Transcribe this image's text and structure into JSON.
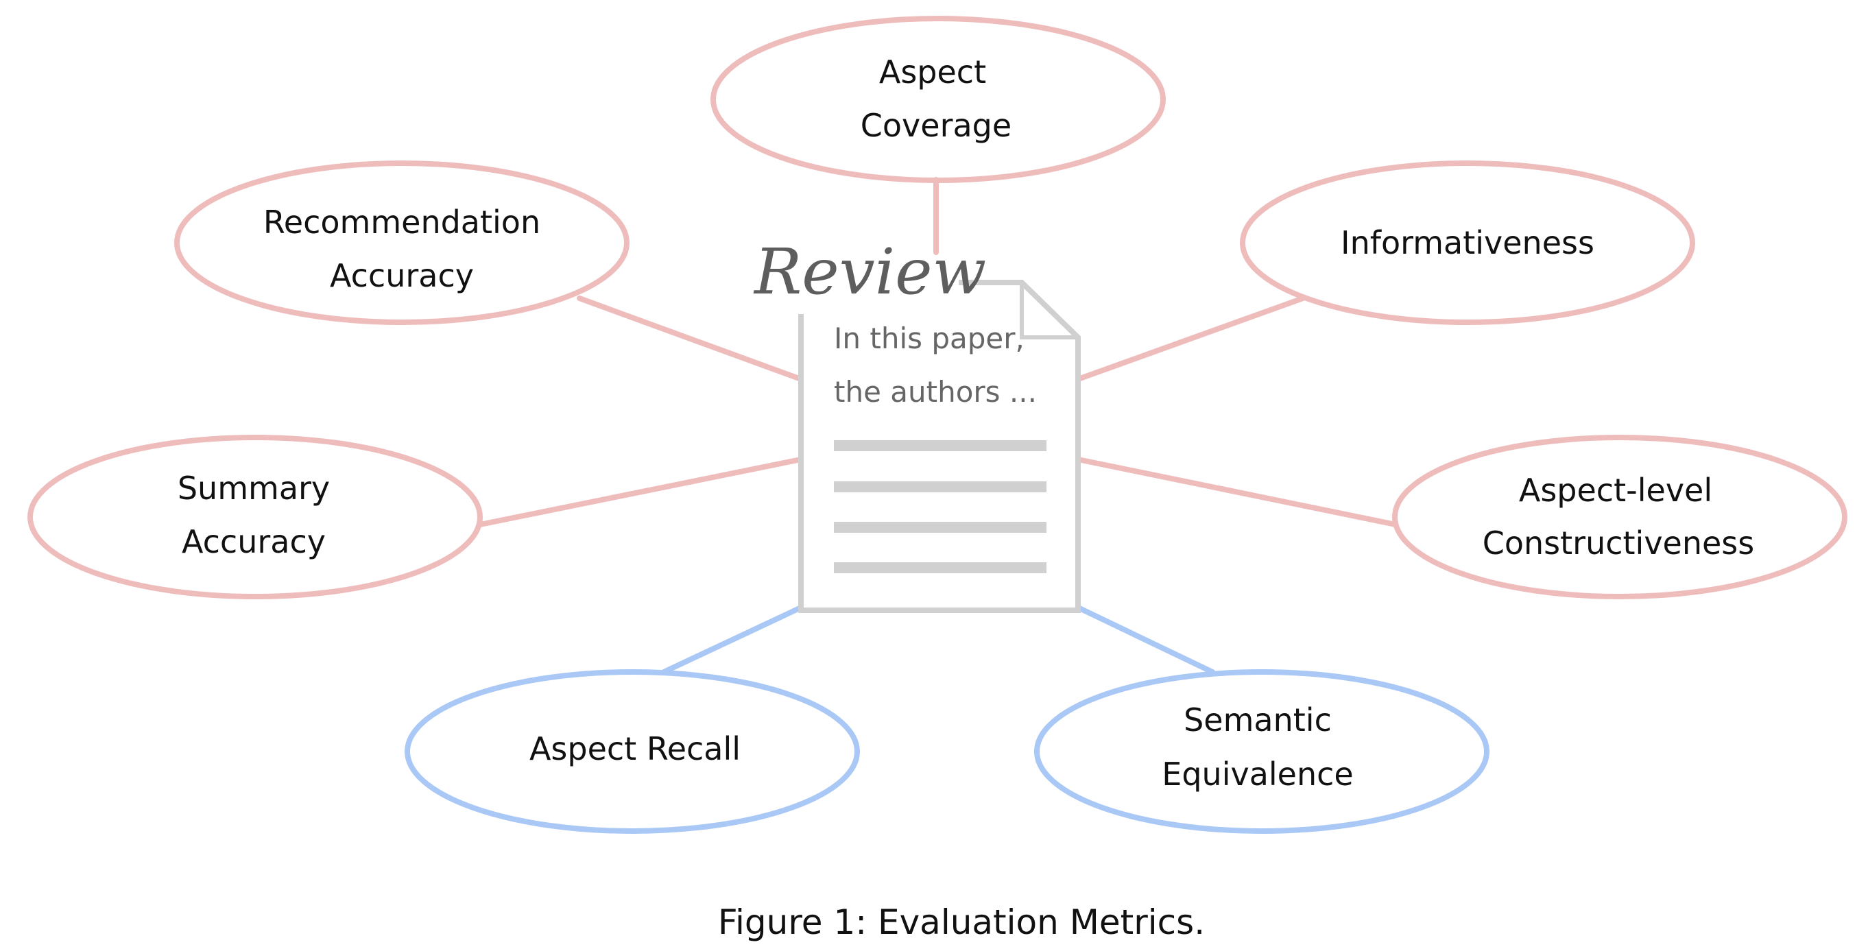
{
  "colors": {
    "pink": "#efbcbc",
    "blue": "#a9c8f6",
    "document": "#d0d0d0",
    "review_title": "#5e5e5e",
    "document_text": "#666666",
    "text": "#111111"
  },
  "review": {
    "title": "Review",
    "lines": [
      "In this paper,",
      "the authors ..."
    ]
  },
  "nodes": {
    "aspect_coverage": {
      "line1": "Aspect",
      "line2": "Coverage"
    },
    "recommendation_accuracy": {
      "line1": "Recommendation",
      "line2": "Accuracy"
    },
    "informativeness": {
      "line1": "Informativeness"
    },
    "summary_accuracy": {
      "line1": "Summary",
      "line2": "Accuracy"
    },
    "aspect_level_constructiveness": {
      "line1": "Aspect-level",
      "line2": "Constructiveness"
    },
    "aspect_recall": {
      "line1": "Aspect Recall"
    },
    "semantic_equivalence": {
      "line1": "Semantic",
      "line2": "Equivalence"
    }
  },
  "caption": "Figure 1: Evaluation Metrics."
}
